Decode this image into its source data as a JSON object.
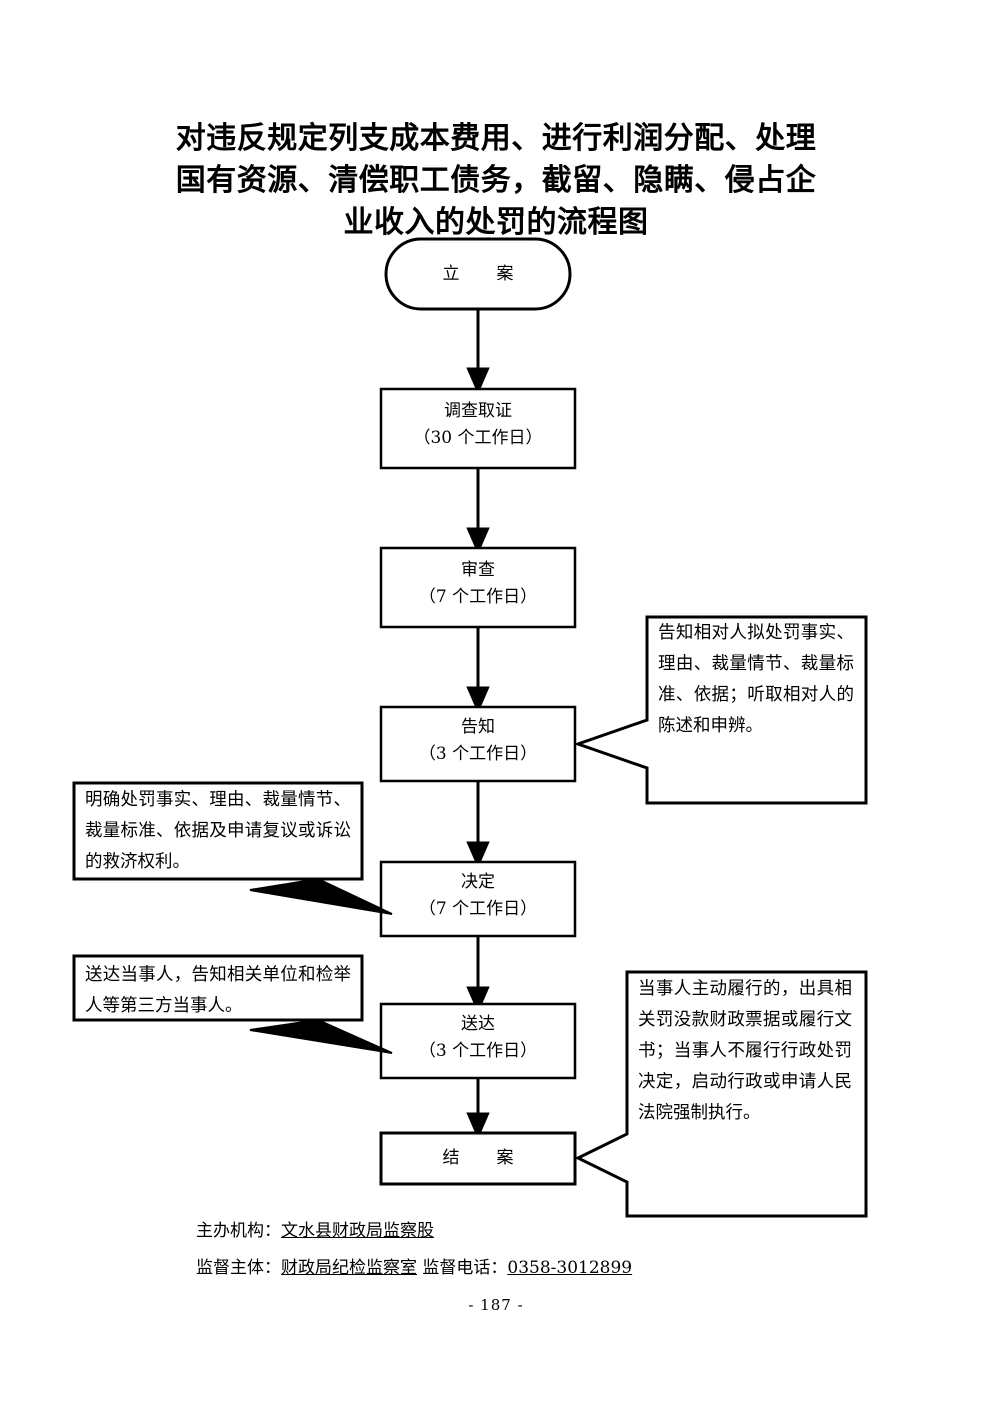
{
  "document": {
    "title": "对违反规定列支成本费用、进行利润分配、处理国有资源、清偿职工债务，截留、隐瞒、侵占企业收入的处罚的流程图",
    "title_lines": [
      "对违反规定列支成本费用、进行利润分配、处理",
      "国有资源、清偿职工债务，截留、隐瞒、侵占企",
      "业收入的处罚的流程图"
    ],
    "page_number": "- 187 -",
    "colors": {
      "background": "#ffffff",
      "stroke": "#000000",
      "text": "#000000"
    }
  },
  "chart_data": {
    "type": "flowchart",
    "orientation": "top-to-bottom",
    "title": "对违反规定列支成本费用、进行利润分配、处理国有资源、清偿职工债务，截留、隐瞒、侵占企业收入的处罚的流程图",
    "nodes": [
      {
        "id": "n1",
        "shape": "stadium",
        "line1": "立　案",
        "line2": ""
      },
      {
        "id": "n2",
        "shape": "rectangle",
        "line1": "调查取证",
        "line2": "（30 个工作日）"
      },
      {
        "id": "n3",
        "shape": "rectangle",
        "line1": "审查",
        "line2": "（7 个工作日）"
      },
      {
        "id": "n4",
        "shape": "rectangle",
        "line1": "告知",
        "line2": "（3 个工作日）"
      },
      {
        "id": "n5",
        "shape": "rectangle",
        "line1": "决定",
        "line2": "（7 个工作日）"
      },
      {
        "id": "n6",
        "shape": "rectangle",
        "line1": "送达",
        "line2": "（3 个工作日）"
      },
      {
        "id": "n7",
        "shape": "rectangle",
        "line1": "结　案",
        "line2": ""
      }
    ],
    "edges": [
      {
        "from": "n1",
        "to": "n2"
      },
      {
        "from": "n2",
        "to": "n3"
      },
      {
        "from": "n3",
        "to": "n4"
      },
      {
        "from": "n4",
        "to": "n5"
      },
      {
        "from": "n5",
        "to": "n6"
      },
      {
        "from": "n6",
        "to": "n7"
      }
    ],
    "annotations": [
      {
        "id": "a1",
        "attached_to": "n4",
        "side": "right",
        "text": "告知相对人拟处罚事实、理由、裁量情节、裁量标准、依据；听取相对人的陈述和申辨。"
      },
      {
        "id": "a2",
        "attached_to": "n5",
        "side": "left",
        "text": "明确处罚事实、理由、裁量情节、裁量标准、依据及申请复议或诉讼的救济权利。"
      },
      {
        "id": "a3",
        "attached_to": "n6",
        "side": "left",
        "text": "送达当事人，告知相关单位和检举人等第三方当事人。"
      },
      {
        "id": "a4",
        "attached_to": "n7",
        "side": "right",
        "text": "当事人主动履行的，出具相关罚没款财政票据或履行文书；当事人不履行行政处罚决定，启动行政或申请人民法院强制执行。"
      }
    ]
  },
  "footer": {
    "organizer_label": "主办机构：",
    "organizer_value": "文水县财政局监察股",
    "supervisor_label": "监督主体：",
    "supervisor_value": "财政局纪检监察室",
    "phone_label": "监督电话：",
    "phone_value": "0358-3012899"
  }
}
